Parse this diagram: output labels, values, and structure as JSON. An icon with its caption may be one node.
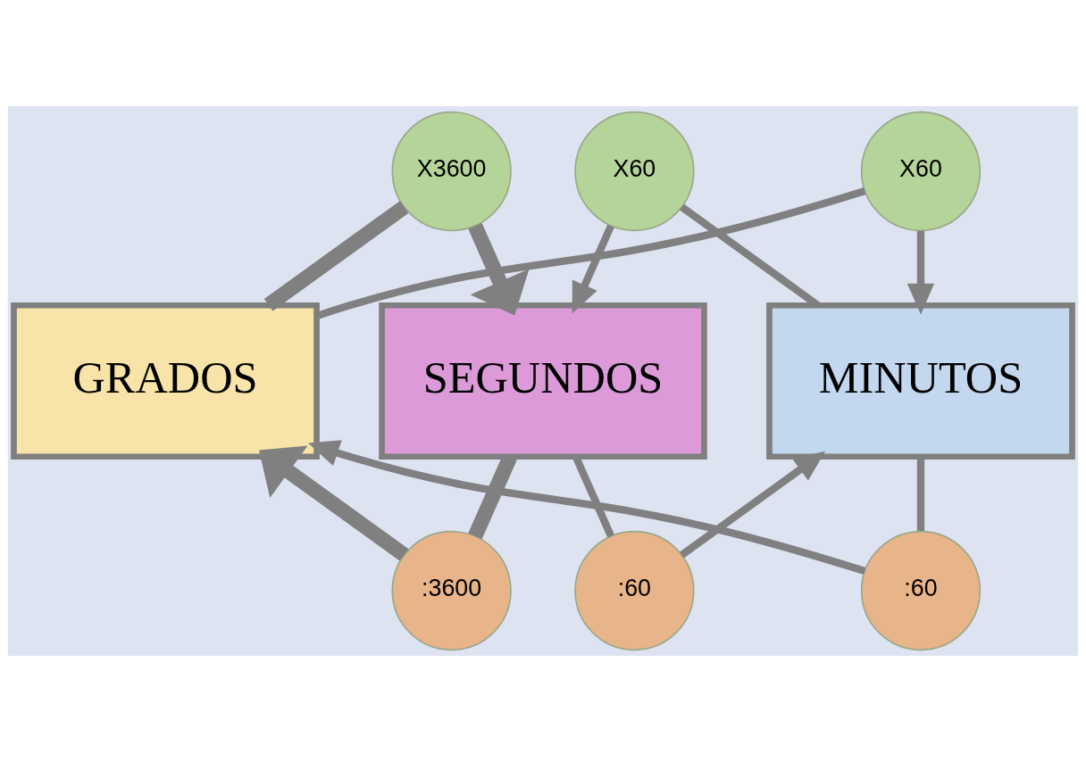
{
  "diagram": {
    "nodes": [
      {
        "text": [
          "GRADOS"
        ]
      },
      {
        "text": [
          "MINUTOS"
        ]
      },
      {
        "text": [
          "SEGUNDOS"
        ]
      },
      {
        "text": [
          "X3600"
        ]
      },
      {
        "text": [
          "X60"
        ]
      },
      {
        "text": [
          "X60"
        ]
      },
      {
        "text": [
          ":60"
        ]
      },
      {
        "text": [
          ":3600"
        ]
      },
      {
        "text": [
          ":60"
        ]
      }
    ],
    "edges": [
      {
        "from": 0,
        "to": 3,
        "arrow": "none",
        "style": "thick"
      },
      {
        "from": 3,
        "to": 2,
        "arrow": "to",
        "style": "thick"
      },
      {
        "from": 0,
        "to": 4,
        "arrow": "none"
      },
      {
        "from": 4,
        "to": 1,
        "arrow": "to"
      },
      {
        "from": 1,
        "to": 5,
        "arrow": "none"
      },
      {
        "from": 5,
        "to": 2,
        "arrow": "to"
      },
      {
        "from": 1,
        "to": 6,
        "arrow": "none"
      },
      {
        "from": 6,
        "to": 0,
        "arrow": "to"
      },
      {
        "from": 2,
        "to": 8,
        "arrow": "none"
      },
      {
        "from": 8,
        "to": 1,
        "arrow": "to"
      },
      {
        "from": 2,
        "to": 7,
        "arrow": "none",
        "style": "thick"
      },
      {
        "from": 7,
        "to": 0,
        "arrow": "to",
        "style": "thick"
      }
    ]
  }
}
